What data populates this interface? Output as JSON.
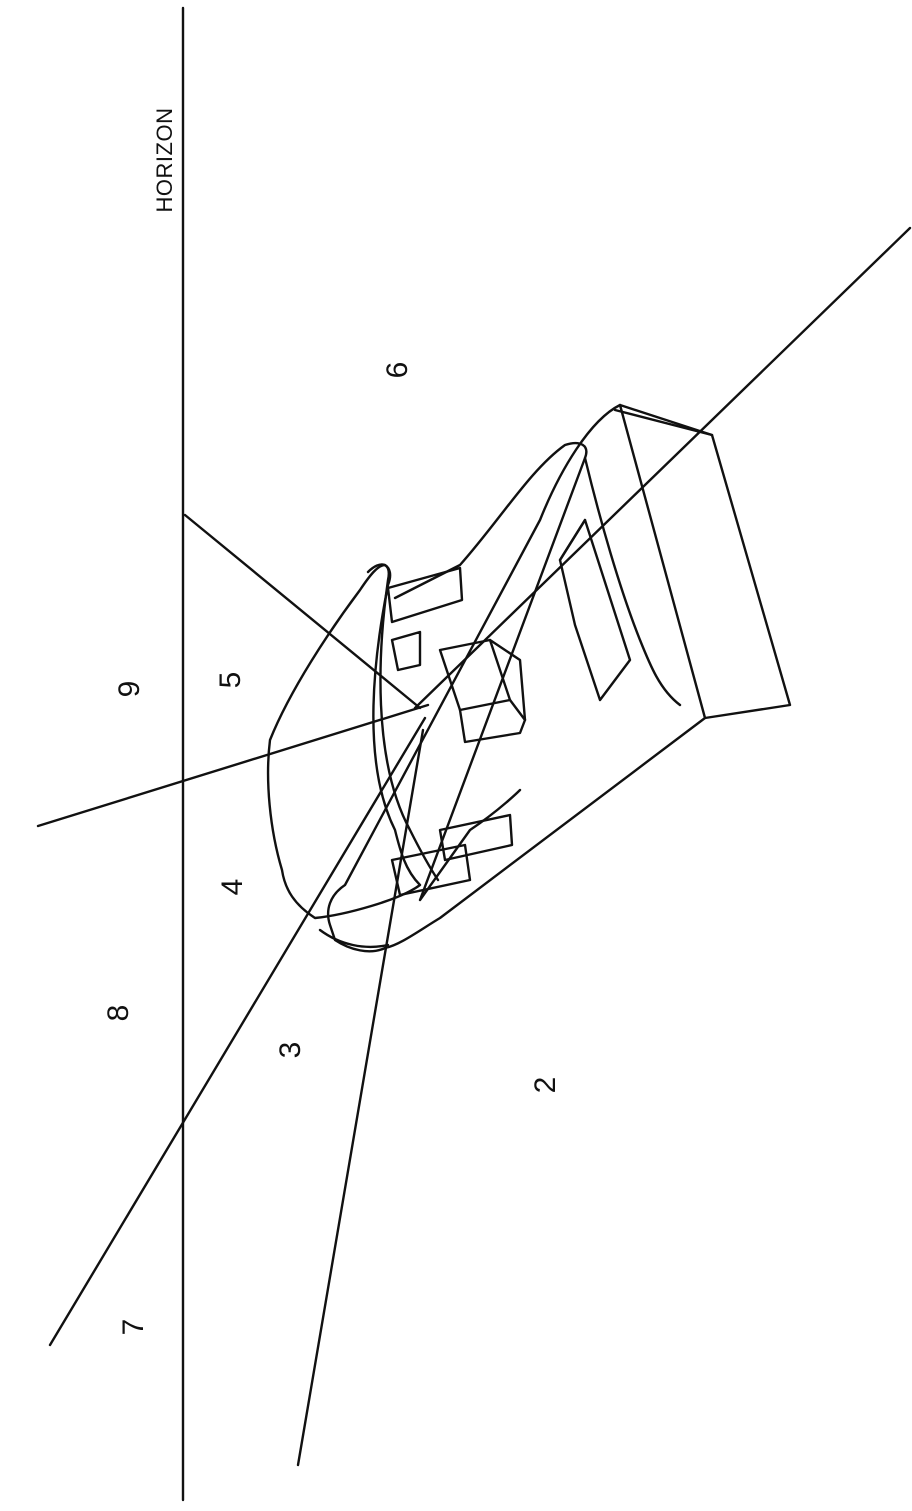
{
  "diagram": {
    "horizon_label": "HORIZON",
    "zones": [
      {
        "id": "2",
        "label": "2"
      },
      {
        "id": "3",
        "label": "3"
      },
      {
        "id": "4",
        "label": "4"
      },
      {
        "id": "5",
        "label": "5"
      },
      {
        "id": "6",
        "label": "6"
      },
      {
        "id": "7",
        "label": "7"
      },
      {
        "id": "8",
        "label": "8"
      },
      {
        "id": "9",
        "label": "9"
      }
    ]
  },
  "colors": {
    "ink": "#111111",
    "paper": "#ffffff"
  }
}
